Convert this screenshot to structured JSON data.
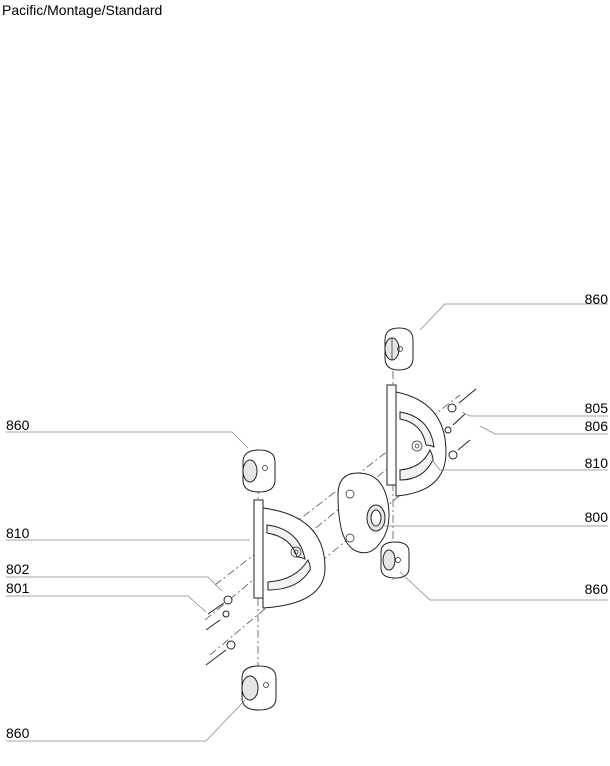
{
  "header": {
    "title": "Pacific/Montage/Standard"
  },
  "labels": {
    "l860_top_right": "860",
    "l805": "805",
    "l806": "806",
    "l810_right": "810",
    "l800": "800",
    "l860_mid_right": "860",
    "l860_left": "860",
    "l810_left": "810",
    "l802": "802",
    "l801": "801",
    "l860_bottom": "860"
  }
}
